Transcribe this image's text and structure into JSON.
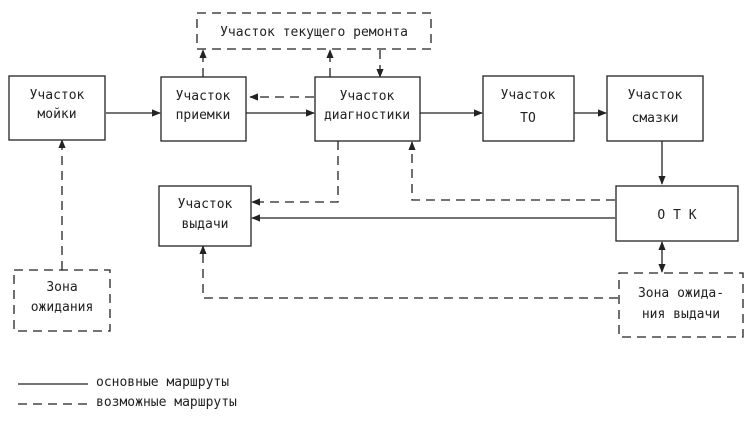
{
  "nodes": {
    "repair": {
      "lines": [
        "Участок текущего ремонта"
      ]
    },
    "washing": {
      "lines": [
        "Участок",
        "мойки"
      ]
    },
    "reception": {
      "lines": [
        "Участок",
        "приемки"
      ]
    },
    "diagnostics": {
      "lines": [
        "Участок",
        "диагностики"
      ]
    },
    "to": {
      "lines": [
        "Участок",
        "ТО"
      ]
    },
    "lubrication": {
      "lines": [
        "Участок",
        "смазки"
      ]
    },
    "issue": {
      "lines": [
        "Участок",
        "выдачи"
      ]
    },
    "otk": {
      "lines": [
        "О Т К"
      ]
    },
    "waiting": {
      "lines": [
        "Зона",
        "ожидания"
      ]
    },
    "waiting_issue": {
      "lines": [
        "Зона ожида-",
        "ния выдачи"
      ]
    }
  },
  "legend": {
    "main": "основные маршруты",
    "possible": "возможные маршруты"
  }
}
